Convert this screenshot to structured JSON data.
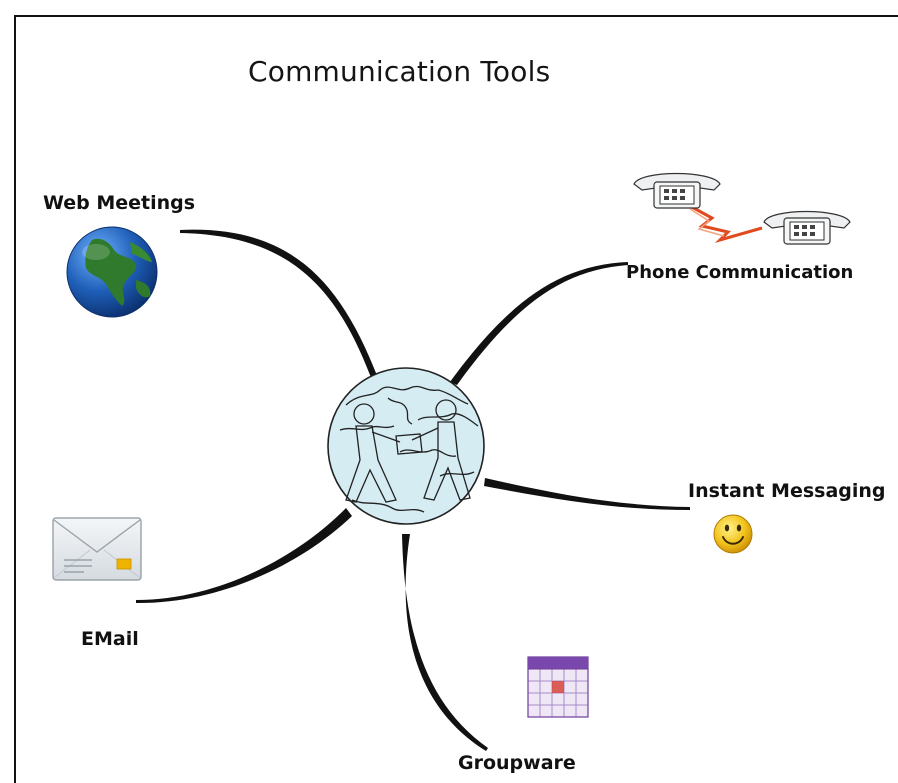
{
  "diagram": {
    "title": "Communication Tools",
    "branches": [
      {
        "id": "web",
        "label": "Web Meetings",
        "icon": "globe-icon"
      },
      {
        "id": "phone",
        "label": "Phone Communication",
        "icon": "telephones-icon"
      },
      {
        "id": "im",
        "label": "Instant Messaging",
        "icon": "smiley-icon"
      },
      {
        "id": "email",
        "label": "EMail",
        "icon": "envelope-icon"
      },
      {
        "id": "group",
        "label": "Groupware",
        "icon": "calendar-icon"
      }
    ],
    "center_icon": "globe-with-people-icon"
  },
  "colors": {
    "branch": "#111111",
    "center_globe": "#d4ecf2",
    "ocean": "#1f5fb8",
    "land": "#2f7a2c",
    "phone_cord": "#e04a1e",
    "smiley": "#f2c21a",
    "calendar": "#6c3d99"
  }
}
